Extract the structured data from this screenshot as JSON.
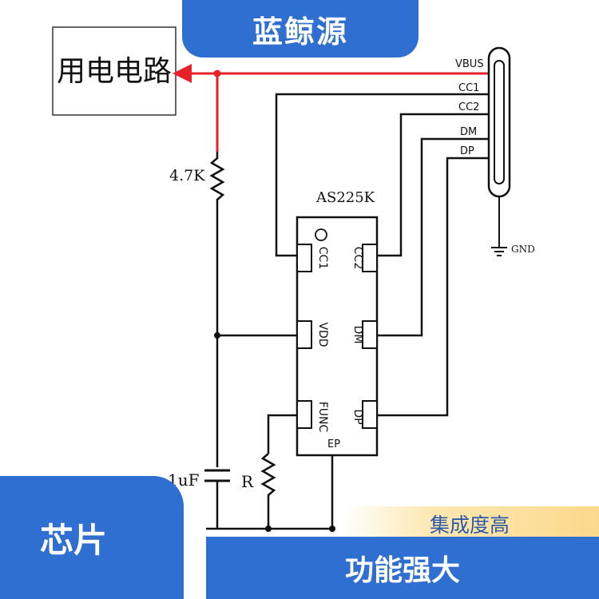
{
  "banner": {
    "brand": "蓝鲸源"
  },
  "circuit": {
    "load_label": "用电电路",
    "resistor_label": "4.7K",
    "chip_name": "AS225K",
    "capacitor_label": "1uF",
    "resistor2_label": "R",
    "pins_left": [
      "CC1",
      "VDD",
      "FUNC"
    ],
    "pins_right": [
      "CC2",
      "DM",
      "DP"
    ],
    "ep_label": "EP",
    "connector_pins": [
      "VBUS",
      "CC1",
      "CC2",
      "DM",
      "DP"
    ],
    "gnd_label": "GND",
    "colors": {
      "power_line": "#e8222a",
      "wire": "#1a1a1a"
    }
  },
  "badges": {
    "chip": "芯片",
    "feature_top": "集成度高",
    "feature_bottom": "功能强大"
  }
}
